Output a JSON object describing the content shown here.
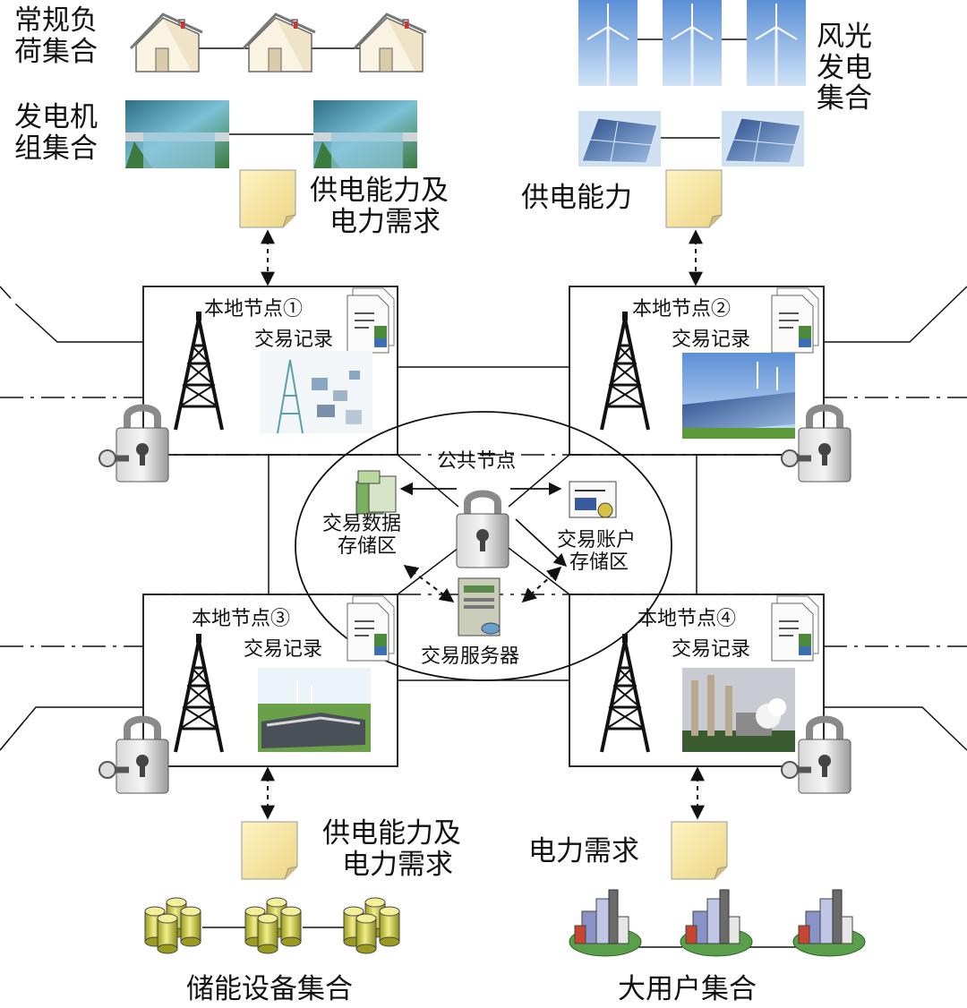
{
  "groups": {
    "load": {
      "lines": [
        "常规负",
        "荷集合"
      ]
    },
    "gen": {
      "lines": [
        "发电机",
        "组集合"
      ]
    },
    "wind": {
      "lines": [
        "风光",
        "发电",
        "集合"
      ]
    },
    "storage": {
      "label": "储能设备集合"
    },
    "users": {
      "label": "大用户集合"
    }
  },
  "docs": {
    "top_left": {
      "lines": [
        "供电能力及",
        "电力需求"
      ]
    },
    "top_right": {
      "label": "供电能力"
    },
    "bottom_left": {
      "lines": [
        "供电能力及",
        "电力需求"
      ]
    },
    "bottom_right": {
      "label": "电力需求"
    }
  },
  "nodes": [
    {
      "title": "本地节点①",
      "record": "交易记录"
    },
    {
      "title": "本地节点②",
      "record": "交易记录"
    },
    {
      "title": "本地节点③",
      "record": "交易记录"
    },
    {
      "title": "本地节点④",
      "record": "交易记录"
    }
  ],
  "public_node": {
    "title": "公共节点",
    "data_store": [
      "交易数据",
      "存储区"
    ],
    "account_store": [
      "交易账户",
      "存储区"
    ],
    "server": "交易服务器"
  }
}
